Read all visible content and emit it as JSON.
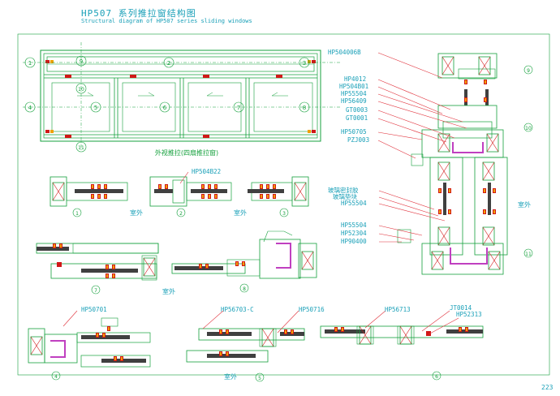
{
  "header": {
    "title": "HP507   系列推拉窗结构图",
    "subtitle": "Structural diagram of HP507 series sliding windows"
  },
  "elevation": {
    "caption": "外视推拉(四扇推拉窗)",
    "markers": [
      "1",
      "2",
      "3",
      "4",
      "5",
      "6",
      "7",
      "8",
      "9",
      "10",
      "11"
    ]
  },
  "sections": {
    "row1_labels": [
      "1",
      "2",
      "3"
    ],
    "row2_labels": [
      "7",
      "8"
    ],
    "row3_labels": [
      "4",
      "5",
      "6"
    ],
    "outdoor": "室外"
  },
  "right_labels": [
    "HP504006B",
    "HP4012",
    "HP504B01",
    "HP55504",
    "HP56409",
    "GT0003",
    "GT0001",
    "HP50705",
    "PZJ003"
  ],
  "mid_labels": [
    "玻璃密封胶",
    "玻璃垫块",
    "HP55504",
    "HP55504",
    "HP52304",
    "HP90400"
  ],
  "right_markers": [
    "9",
    "10",
    "11"
  ],
  "part_labels": {
    "row1": "HP504B22",
    "row3": [
      "HP50701",
      "HP56703-C",
      "HP50716",
      "HP56713",
      "JT0014",
      "HP52313"
    ]
  },
  "page": "223",
  "colors": {
    "profile": "#14a03c",
    "leader": "#e0303a",
    "label": "#1aa0b8",
    "glass": "#404040",
    "gasket": "#d01818",
    "insert": "#c040c0"
  }
}
